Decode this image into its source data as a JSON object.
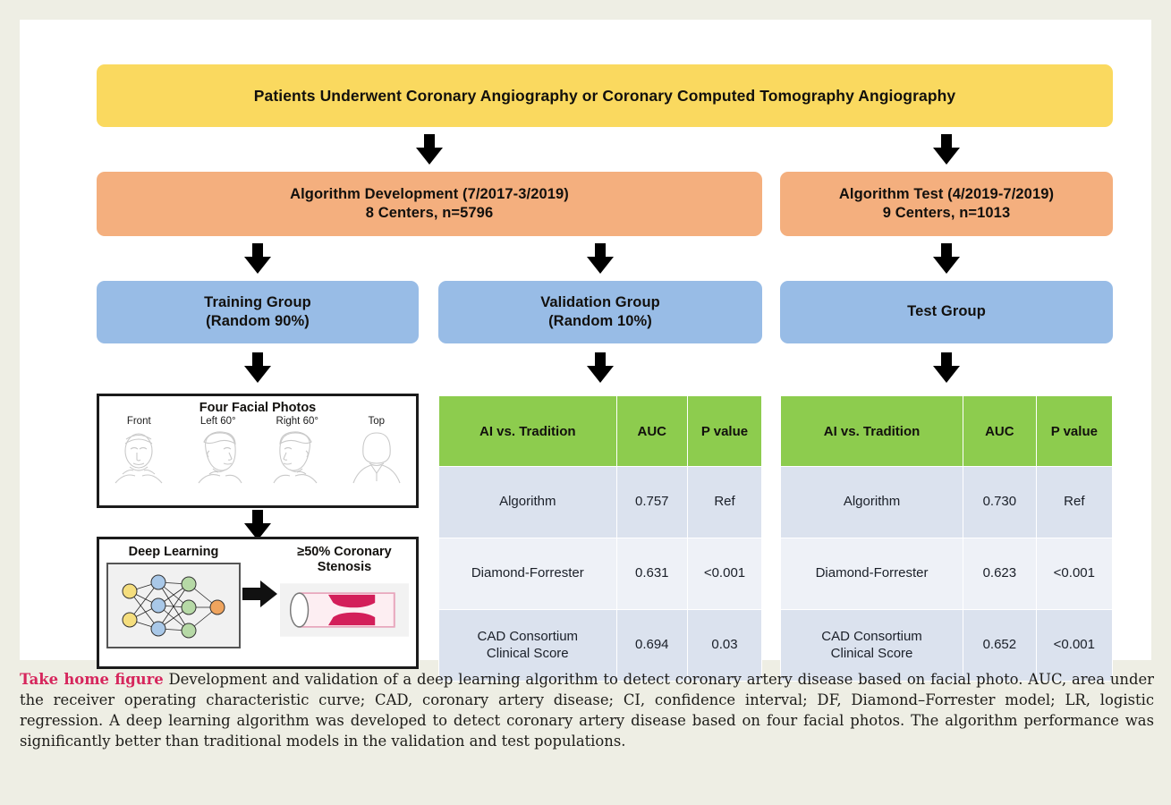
{
  "figure": {
    "header_box": "Patients Underwent Coronary Angiography or Coronary Computed Tomography Angiography",
    "development_box_line1": "Algorithm Development (7/2017-3/2019)",
    "development_box_line2": "8 Centers, n=5796",
    "test_box_line1": "Algorithm Test (4/2019-7/2019)",
    "test_box_line2": "9 Centers, n=1013",
    "training_box_line1": "Training Group",
    "training_box_line2": "(Random 90%)",
    "validation_box_line1": "Validation Group",
    "validation_box_line2": "(Random 10%)",
    "test_group_box": "Test Group"
  },
  "faces_panel": {
    "title": "Four Facial Photos",
    "labels": [
      "Front",
      "Left 60°",
      "Right 60°",
      "Top"
    ]
  },
  "deep_learning_panel": {
    "title": "Deep Learning",
    "outcome_line1": "≥50% Coronary",
    "outcome_line2": "Stenosis"
  },
  "chart_data": {
    "type": "table",
    "title": "AI vs. Tradition model discrimination (AUC)",
    "tables": [
      {
        "name": "validation-results",
        "headers": [
          "AI vs. Tradition",
          "AUC",
          "P value"
        ],
        "rows": [
          {
            "model": "Algorithm",
            "auc": "0.757",
            "p": "Ref"
          },
          {
            "model": "Diamond-Forrester",
            "auc": "0.631",
            "p": "<0.001"
          },
          {
            "model": "CAD Consortium Clinical Score",
            "model_line1": "CAD Consortium",
            "model_line2": "Clinical Score",
            "auc": "0.694",
            "p": "0.03"
          }
        ]
      },
      {
        "name": "test-results",
        "headers": [
          "AI vs. Tradition",
          "AUC",
          "P value"
        ],
        "rows": [
          {
            "model": "Algorithm",
            "auc": "0.730",
            "p": "Ref"
          },
          {
            "model": "Diamond-Forrester",
            "auc": "0.623",
            "p": "<0.001"
          },
          {
            "model": "CAD Consortium Clinical Score",
            "model_line1": "CAD Consortium",
            "model_line2": "Clinical Score",
            "auc": "0.652",
            "p": "<0.001"
          }
        ]
      }
    ]
  },
  "caption": {
    "lead": "Take home figure",
    "body": " Development and validation of a deep learning algorithm to detect coronary artery disease based on facial photo. AUC, area under the receiver operating characteristic curve; CAD, coronary artery disease; CI, confidence interval; DF, Diamond–Forrester model; LR, logistic regression. A deep learning algorithm was developed to detect coronary artery disease based on four facial photos. The algorithm performance was significantly better than traditional models in the validation and test populations."
  },
  "colors": {
    "yellow": "#fad95f",
    "orange": "#f4af7e",
    "blue": "#98bce6",
    "green_header": "#8dcc4e",
    "row_dark": "#dbe2ee",
    "row_light": "#eef1f7",
    "caption_accent": "#d6265c",
    "page_background": "#eeeee4",
    "stenosis_red": "#d31f5a"
  }
}
